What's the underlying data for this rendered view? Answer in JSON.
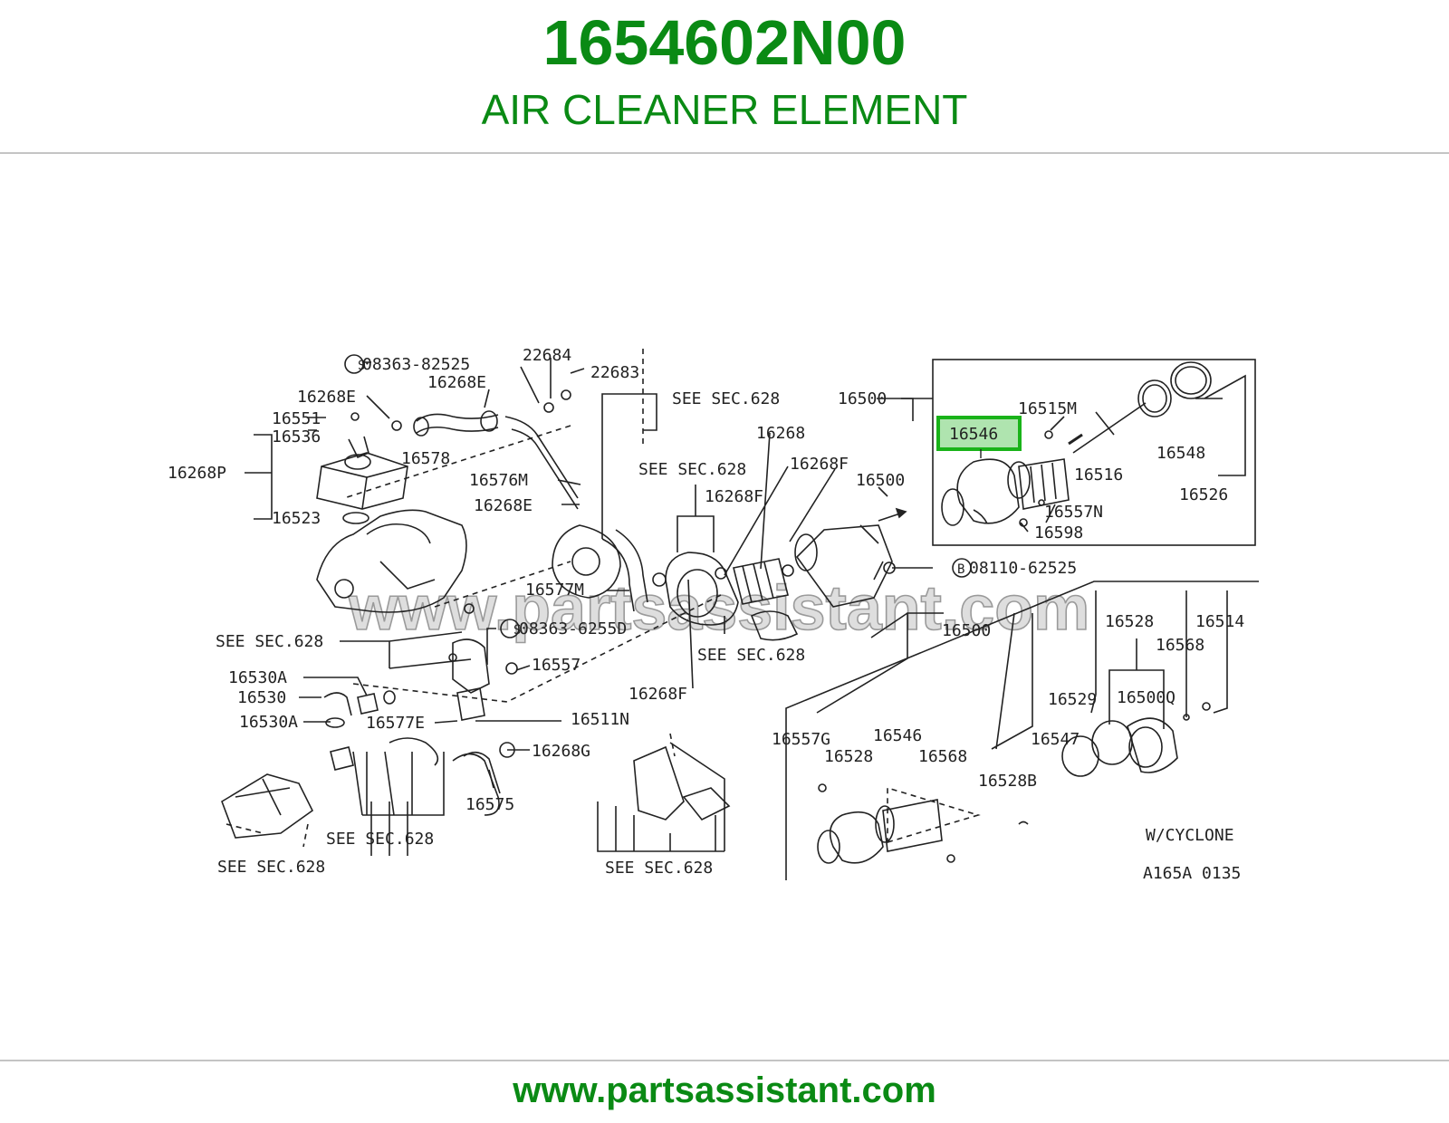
{
  "header": {
    "part_number": "1654602N00",
    "part_name": "AIR CLEANER ELEMENT"
  },
  "footer": {
    "url": "www.partsassistant.com"
  },
  "diagram": {
    "watermark": "www.partsassistant.com",
    "highlight_color": "#19b319",
    "highlight_label": "16546",
    "labels": {
      "l1": "08363-82525",
      "l2": "22684",
      "l3": "22683",
      "l4": "16268E",
      "l5": "16268E",
      "l6": "16551",
      "l7": "16536",
      "l8": "16578",
      "l9": "16268P",
      "l10": "16576M",
      "l11": "16268E",
      "l12": "16523",
      "l13": "SEE SEC.628",
      "l14": "SEE SEC.628",
      "l15": "16268",
      "l16": "16268F",
      "l17": "16268F",
      "l18": "16500",
      "l19": "16500",
      "l20": "16515M",
      "l21": "16516",
      "l22": "16548",
      "l23": "16526",
      "l24": "16557N",
      "l25": "16598",
      "l26": "08110-62525",
      "l27": "16577M",
      "l28": "SEE SEC.628",
      "l29": "SEE SEC.628",
      "l30": "08363-6255D",
      "l31": "16557",
      "l32": "16530A",
      "l33": "16530",
      "l34": "16530A",
      "l35": "16577E",
      "l36": "16511N",
      "l37": "16268F",
      "l38": "16268G",
      "l39": "16575",
      "l40": "SEE SEC.628",
      "l41": "SEE SEC.628",
      "l42": "SEE SEC.628",
      "l43": "16500",
      "l44": "16528",
      "l45": "16514",
      "l46": "16568",
      "l47": "16529",
      "l48": "16500Q",
      "l49": "16557G",
      "l50": "16546",
      "l51": "16528",
      "l52": "16568",
      "l53": "16547",
      "l54": "16528B",
      "l55": "W/CYCLONE",
      "l56": "A165A 0135"
    }
  }
}
